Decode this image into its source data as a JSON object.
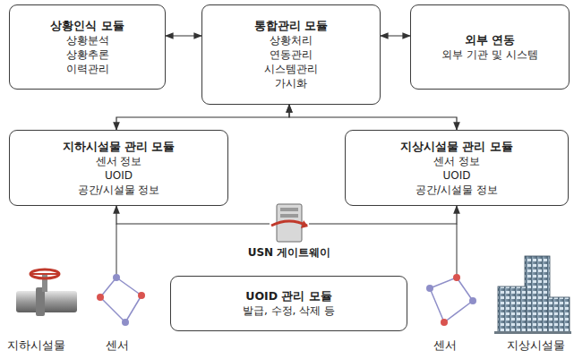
{
  "diagram": {
    "nodes": [
      {
        "text": [
          "상황인식 모듈",
          "상황분석",
          "상황추론",
          "이력관리"
        ]
      },
      {
        "text": [
          "통합관리 모듈",
          "상황처리",
          "연동관리",
          "시스템관리",
          "가시화"
        ]
      },
      {
        "text": [
          "외부 연동",
          "외부 기관 및 시스템"
        ]
      },
      {
        "text": [
          "지하시설물 관리 모듈",
          "센서 정보",
          "UOID",
          "공간/시설물 정보"
        ]
      },
      {
        "text": [
          "지상시설물 관리 모듈",
          "센서 정보",
          "UOID",
          "공간/시설물 정보"
        ]
      },
      {
        "text": [
          "USN 게이트웨이"
        ]
      },
      {
        "text": [
          "UOID 관리 모듈",
          "발급, 수정, 삭제 등"
        ]
      }
    ],
    "edges": [
      {
        "from": 0,
        "to": 1,
        "arrow": "both"
      },
      {
        "from": 1,
        "to": 2,
        "arrow": "both"
      },
      {
        "from": 3,
        "to": 1,
        "arrow": "both"
      },
      {
        "from": 4,
        "to": 1,
        "arrow": "both"
      },
      {
        "from": 5,
        "to": 3,
        "arrow": "to"
      },
      {
        "from": 5,
        "to": 4,
        "arrow": "to"
      }
    ],
    "labels": [
      "지하시설물",
      "센서",
      "센서",
      "지상시설물"
    ]
  }
}
